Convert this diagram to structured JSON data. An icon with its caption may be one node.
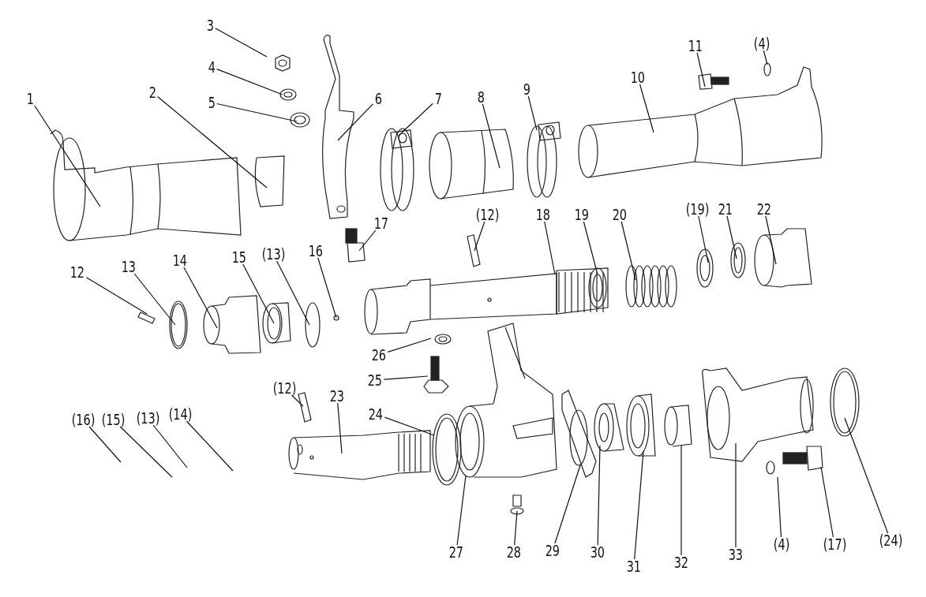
{
  "diagram": {
    "nodes": [
      {
        "text": [
          "1"
        ]
      },
      {
        "text": [
          "2"
        ]
      },
      {
        "text": [
          "3"
        ]
      },
      {
        "text": [
          "4"
        ]
      },
      {
        "text": [
          "5"
        ]
      },
      {
        "text": [
          "6"
        ]
      },
      {
        "text": [
          "7"
        ]
      },
      {
        "text": [
          "8"
        ]
      },
      {
        "text": [
          "9"
        ]
      },
      {
        "text": [
          "10"
        ]
      },
      {
        "text": [
          "11"
        ]
      },
      {
        "text": [
          "(4)"
        ]
      },
      {
        "text": [
          "12"
        ]
      },
      {
        "text": [
          "13"
        ]
      },
      {
        "text": [
          "14"
        ]
      },
      {
        "text": [
          "15"
        ]
      },
      {
        "text": [
          "(13)"
        ]
      },
      {
        "text": [
          "16"
        ]
      },
      {
        "text": [
          "17"
        ]
      },
      {
        "text": [
          "(12)"
        ]
      },
      {
        "text": [
          "18"
        ]
      },
      {
        "text": [
          "19"
        ]
      },
      {
        "text": [
          "20"
        ]
      },
      {
        "text": [
          "(19)"
        ]
      },
      {
        "text": [
          "21"
        ]
      },
      {
        "text": [
          "22"
        ]
      },
      {
        "text": [
          "26"
        ]
      },
      {
        "text": [
          "25"
        ]
      },
      {
        "text": [
          "(12)"
        ]
      },
      {
        "text": [
          "23"
        ]
      },
      {
        "text": [
          "24"
        ]
      },
      {
        "text": [
          "(16)"
        ]
      },
      {
        "text": [
          "(15)"
        ]
      },
      {
        "text": [
          "(13)"
        ]
      },
      {
        "text": [
          "(14)"
        ]
      },
      {
        "text": [
          "27"
        ]
      },
      {
        "text": [
          "28"
        ]
      },
      {
        "text": [
          "29"
        ]
      },
      {
        "text": [
          "30"
        ]
      },
      {
        "text": [
          "31"
        ]
      },
      {
        "text": [
          "32"
        ]
      },
      {
        "text": [
          "33"
        ]
      },
      {
        "text": [
          "(4)"
        ]
      },
      {
        "text": [
          "(17)"
        ]
      },
      {
        "text": [
          "(24)"
        ]
      }
    ],
    "edges": [
      {
        "from": 0,
        "to": null,
        "arrow": "none"
      },
      {
        "from": 1,
        "to": null,
        "arrow": "none"
      },
      {
        "from": 2,
        "to": null,
        "arrow": "none"
      },
      {
        "from": 3,
        "to": null,
        "arrow": "none"
      },
      {
        "from": 4,
        "to": null,
        "arrow": "none"
      },
      {
        "from": 5,
        "to": null,
        "arrow": "none"
      },
      {
        "from": 6,
        "to": null,
        "arrow": "none"
      },
      {
        "from": 7,
        "to": null,
        "arrow": "none"
      },
      {
        "from": 8,
        "to": null,
        "arrow": "none"
      },
      {
        "from": 9,
        "to": null,
        "arrow": "none"
      },
      {
        "from": 10,
        "to": null,
        "arrow": "none"
      },
      {
        "from": 11,
        "to": null,
        "arrow": "none"
      },
      {
        "from": 12,
        "to": null,
        "arrow": "none"
      },
      {
        "from": 13,
        "to": null,
        "arrow": "none"
      },
      {
        "from": 14,
        "to": null,
        "arrow": "none"
      },
      {
        "from": 15,
        "to": null,
        "arrow": "none"
      },
      {
        "from": 16,
        "to": null,
        "arrow": "none"
      },
      {
        "from": 17,
        "to": null,
        "arrow": "none"
      },
      {
        "from": 18,
        "to": null,
        "arrow": "none"
      },
      {
        "from": 19,
        "to": null,
        "arrow": "none"
      },
      {
        "from": 20,
        "to": null,
        "arrow": "none"
      },
      {
        "from": 21,
        "to": null,
        "arrow": "none"
      },
      {
        "from": 22,
        "to": null,
        "arrow": "none"
      },
      {
        "from": 23,
        "to": null,
        "arrow": "none"
      },
      {
        "from": 24,
        "to": null,
        "arrow": "none"
      },
      {
        "from": 25,
        "to": null,
        "arrow": "none"
      },
      {
        "from": 26,
        "to": null,
        "arrow": "none"
      },
      {
        "from": 27,
        "to": null,
        "arrow": "none"
      },
      {
        "from": 28,
        "to": null,
        "arrow": "none"
      },
      {
        "from": 29,
        "to": null,
        "arrow": "none"
      },
      {
        "from": 30,
        "to": null,
        "arrow": "none"
      },
      {
        "from": 31,
        "to": null,
        "arrow": "none"
      },
      {
        "from": 32,
        "to": null,
        "arrow": "none"
      },
      {
        "from": 33,
        "to": null,
        "arrow": "none"
      },
      {
        "from": 34,
        "to": null,
        "arrow": "none"
      },
      {
        "from": 35,
        "to": null,
        "arrow": "none"
      },
      {
        "from": 36,
        "to": null,
        "arrow": "none"
      },
      {
        "from": 37,
        "to": null,
        "arrow": "none"
      },
      {
        "from": 38,
        "to": null,
        "arrow": "none"
      },
      {
        "from": 39,
        "to": null,
        "arrow": "none"
      },
      {
        "from": 40,
        "to": null,
        "arrow": "none"
      },
      {
        "from": 41,
        "to": null,
        "arrow": "none"
      },
      {
        "from": 42,
        "to": null,
        "arrow": "none"
      },
      {
        "from": 43,
        "to": null,
        "arrow": "none"
      },
      {
        "from": 44,
        "to": null,
        "arrow": "none"
      }
    ]
  }
}
